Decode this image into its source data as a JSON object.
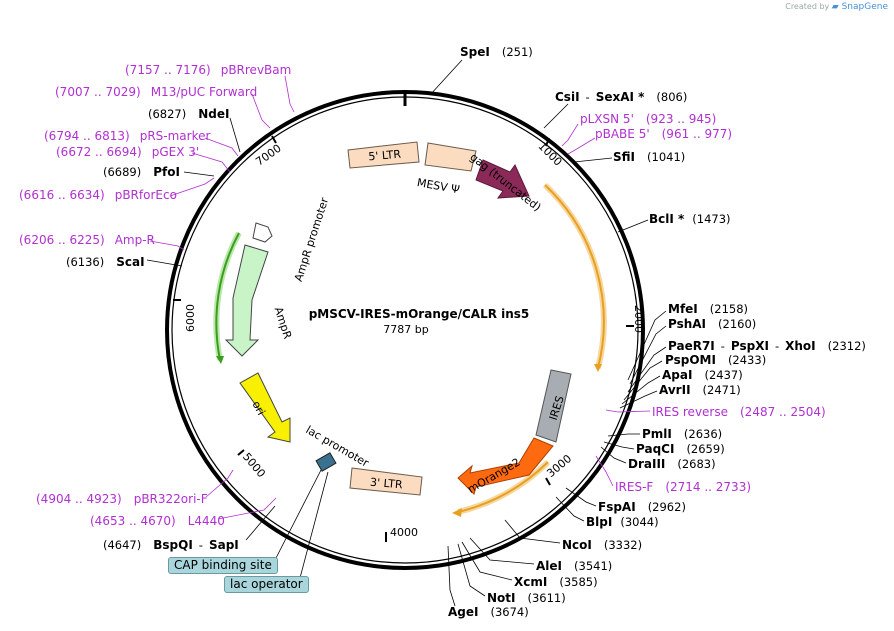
{
  "credit": {
    "prefix": "Created by",
    "brand": "SnapGene"
  },
  "plasmid": {
    "name": "pMSCV-IRES-mOrange/CALR ins5",
    "length": "7787 bp"
  },
  "ticks": [
    "1000",
    "2000",
    "3000",
    "4000",
    "5000",
    "6000",
    "7000"
  ],
  "enzymes": [
    {
      "id": "spei",
      "name": "SpeI",
      "pos": "(251)"
    },
    {
      "id": "csii",
      "name": "CsiI",
      "sep": "-",
      "name2": "SexAI *",
      "pos": "(806)"
    },
    {
      "id": "sfii",
      "name": "SfiI",
      "pos": "(1041)"
    },
    {
      "id": "bcli",
      "name": "BclI *",
      "pos": "(1473)"
    },
    {
      "id": "mfei",
      "name": "MfeI",
      "pos": "(2158)"
    },
    {
      "id": "pshai",
      "name": "PshAI",
      "pos": "(2160)"
    },
    {
      "id": "paer7i",
      "name": "PaeR7I",
      "sep": "-",
      "name2": "PspXI",
      "sep2": "-",
      "name3": "XhoI",
      "pos": "(2312)"
    },
    {
      "id": "pspomi",
      "name": "PspOMI",
      "pos": "(2433)"
    },
    {
      "id": "apai",
      "name": "ApaI",
      "pos": "(2437)"
    },
    {
      "id": "avrii",
      "name": "AvrII",
      "pos": "(2471)"
    },
    {
      "id": "pmli",
      "name": "PmlI",
      "pos": "(2636)"
    },
    {
      "id": "paqci",
      "name": "PaqCI",
      "pos": "(2659)"
    },
    {
      "id": "draiii",
      "name": "DraIII",
      "pos": "(2683)"
    },
    {
      "id": "fspai",
      "name": "FspAI",
      "pos": "(2962)"
    },
    {
      "id": "blpi",
      "name": "BlpI",
      "pos": "(3044)"
    },
    {
      "id": "ncoi",
      "name": "NcoI",
      "pos": "(3332)"
    },
    {
      "id": "alei",
      "name": "AleI",
      "pos": "(3541)"
    },
    {
      "id": "xcmi",
      "name": "XcmI",
      "pos": "(3585)"
    },
    {
      "id": "noti",
      "name": "NotI",
      "pos": "(3611)"
    },
    {
      "id": "agei",
      "name": "AgeI",
      "pos": "(3674)"
    },
    {
      "id": "bspqi",
      "name": "BspQI",
      "sep": "-",
      "name2": "SapI",
      "pos": "(4647)"
    },
    {
      "id": "scai",
      "name": "ScaI",
      "pos": "(6136)"
    },
    {
      "id": "pfoi",
      "name": "PfoI",
      "pos": "(6689)"
    },
    {
      "id": "ndei",
      "name": "NdeI",
      "pos": "(6827)"
    }
  ],
  "primers": [
    {
      "id": "pbrrevbam",
      "name": "pBRrevBam",
      "range": "(7157 .. 7176)"
    },
    {
      "id": "m13",
      "name": "M13/pUC Forward",
      "range": "(7007 .. 7029)"
    },
    {
      "id": "prsmarker",
      "name": "pRS-marker",
      "range": "(6794 .. 6813)"
    },
    {
      "id": "pgex3",
      "name": "pGEX 3'",
      "range": "(6672 .. 6694)"
    },
    {
      "id": "pbrforeco",
      "name": "pBRforEco",
      "range": "(6616 .. 6634)"
    },
    {
      "id": "ampr",
      "name": "Amp-R",
      "range": "(6206 .. 6225)"
    },
    {
      "id": "plxsn5",
      "name": "pLXSN 5'",
      "range": "(923 .. 945)"
    },
    {
      "id": "pbabe5",
      "name": "pBABE 5'",
      "range": "(961 .. 977)"
    },
    {
      "id": "iresrev",
      "name": "IRES reverse",
      "range": "(2487 .. 2504)"
    },
    {
      "id": "iresf",
      "name": "IRES-F",
      "range": "(2714 .. 2733)"
    },
    {
      "id": "pbr322ori",
      "name": "pBR322ori-F",
      "range": "(4904 .. 4923)"
    },
    {
      "id": "l4440",
      "name": "L4440",
      "range": "(4653 .. 4670)"
    }
  ],
  "features": {
    "ltr5": "5' LTR",
    "ltr3": "3' LTR",
    "mesv": "MESV Ψ",
    "gag": "gag (truncated)",
    "ires": "IRES",
    "morange": "mOrange2",
    "ampr_promoter": "AmpR promoter",
    "ampr": "AmpR",
    "ori": "ori",
    "lac_promoter": "lac promoter",
    "cap": "CAP binding site",
    "lacop": "lac operator"
  },
  "colors": {
    "prim": "#b030d0",
    "gag": "#8b2a58",
    "ires": "#a7adb2",
    "morange": "#ff6a10",
    "ampr": "#c8f4c8",
    "ori": "#f8f000",
    "ltr": "#fbdcc0",
    "orf": "#e8a020",
    "green_orf": "#3a9e20"
  }
}
